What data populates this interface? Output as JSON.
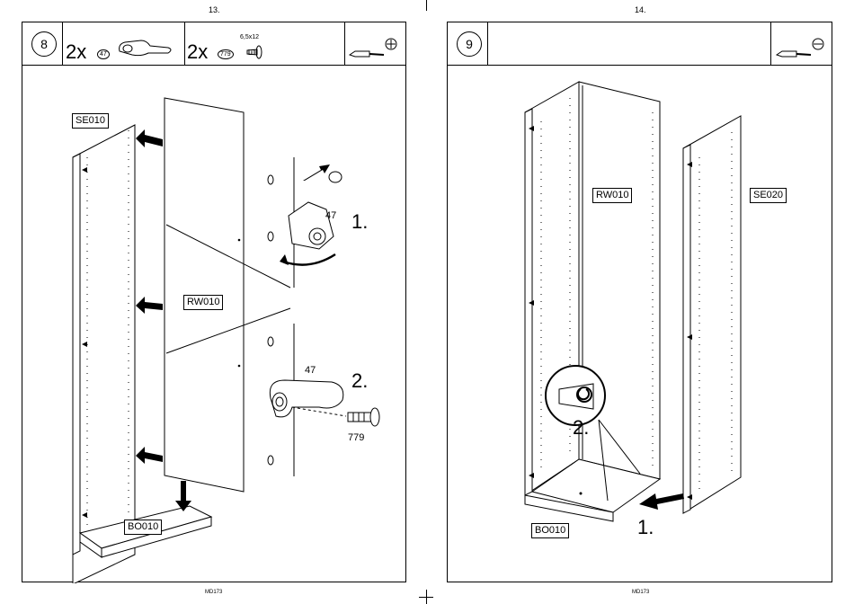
{
  "pages": [
    {
      "page_number": "13.",
      "step": "8",
      "hardware": [
        {
          "qty": "2x",
          "code": "47"
        },
        {
          "qty": "2x",
          "code": "779",
          "size": "6,5x12"
        }
      ],
      "tools": [
        "screwdriver-icon",
        "phillips-head-icon"
      ],
      "labels": {
        "side_panel": "SE010",
        "back_wall": "RW010",
        "bottom": "BO010"
      },
      "substeps": [
        "1.",
        "2."
      ],
      "callouts": {
        "fitting_a": "47",
        "fitting_b": "47",
        "screw": "779"
      },
      "footer": "MD173"
    },
    {
      "page_number": "14.",
      "step": "9",
      "tools": [
        "screwdriver-icon",
        "flat-head-icon"
      ],
      "labels": {
        "back_wall": "RW010",
        "side_panel": "SE020",
        "bottom": "BO010"
      },
      "substeps": [
        "2.",
        "1."
      ],
      "footer": "MD173"
    }
  ]
}
